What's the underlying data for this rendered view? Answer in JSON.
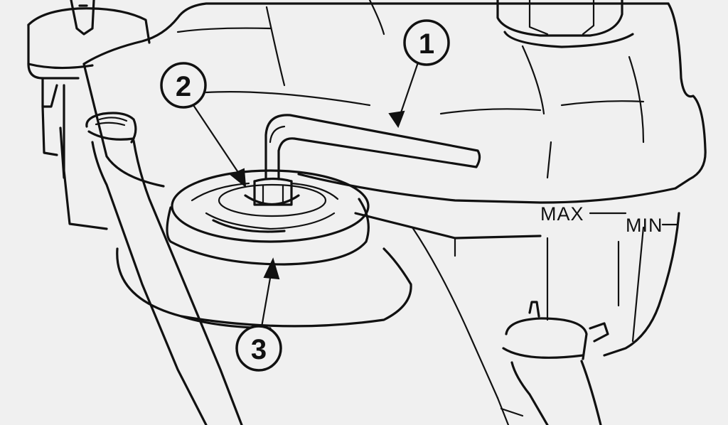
{
  "callouts": [
    {
      "id": "1",
      "label": "1"
    },
    {
      "id": "2",
      "label": "2"
    },
    {
      "id": "3",
      "label": "3"
    }
  ],
  "level_marks": {
    "max": "MAX",
    "min": "MIN"
  },
  "colors": {
    "background": "#f0f0f0",
    "ink": "#111111"
  }
}
